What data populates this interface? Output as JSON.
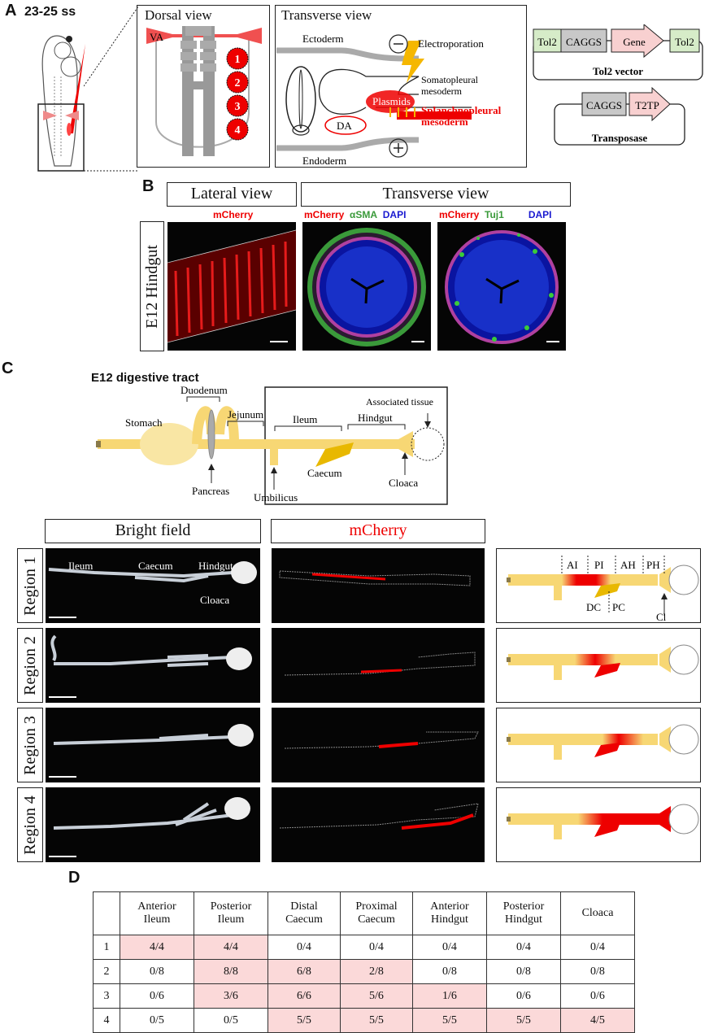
{
  "panel_a": {
    "letter": "A",
    "stage": "23-25 ss",
    "dorsal_title": "Dorsal view",
    "va": "VA",
    "regions": [
      "1",
      "2",
      "3",
      "4"
    ],
    "transverse_title": "Transverse view",
    "ectoderm": "Ectoderm",
    "electroporation": "Electroporation",
    "somatopleural_1": "Somatopleural",
    "somatopleural_2": "mesoderm",
    "plasmids": "Plasmids",
    "splanchno_1": "Splanchnopleural",
    "splanchno_2": "mesoderm",
    "da": "DA",
    "endoderm": "Endoderm",
    "minus": "−",
    "plus": "+",
    "vector": {
      "tol2_left": "Tol2",
      "cagg": "CAGGS",
      "gene": "Gene",
      "tol2_right": "Tol2",
      "caption": "Tol2 vector"
    },
    "transposase": {
      "cagg": "CAGGS",
      "t2tp": "T2TP",
      "caption": "Transposase"
    }
  },
  "panel_b": {
    "letter": "B",
    "lateral_title": "Lateral view",
    "transverse_title": "Transverse view",
    "row_label": "E12 Hindgut",
    "img1_label": "mCherry",
    "img2_labels": [
      "mCherry",
      "αSMA",
      "DAPI"
    ],
    "img3_labels": [
      "mCherry",
      "Tuj1",
      "DAPI"
    ]
  },
  "panel_c": {
    "letter": "C",
    "title": "E12 digestive tract",
    "labels": {
      "stomach": "Stomach",
      "duodenum": "Duodenum",
      "jejunum": "Jejunum",
      "ileum": "Ileum",
      "hindgut": "Hindgut",
      "associated": "Associated tissue",
      "pancreas": "Pancreas",
      "umbilicus": "Umbilicus",
      "caecum": "Caecum",
      "cloaca": "Cloaca"
    },
    "bright_field_title": "Bright field",
    "mcherry_title": "mCherry",
    "rows": [
      "Region 1",
      "Region 2",
      "Region 3",
      "Region 4"
    ],
    "photo_labels": {
      "ileum": "Ileum",
      "caecum": "Caecum",
      "hindgut": "Hindgut",
      "cloaca": "Cloaca"
    },
    "schematic_labels": {
      "ai": "AI",
      "pi": "PI",
      "ah": "AH",
      "ph": "PH",
      "dc": "DC",
      "pc": "PC",
      "cl": "Cl"
    }
  },
  "panel_d": {
    "letter": "D",
    "headers": [
      {
        "l1": "Anterior",
        "l2": "Ileum"
      },
      {
        "l1": "Posterior",
        "l2": "Ileum"
      },
      {
        "l1": "Distal",
        "l2": "Caecum"
      },
      {
        "l1": "Proximal",
        "l2": "Caecum"
      },
      {
        "l1": "Anterior",
        "l2": "Hindgut"
      },
      {
        "l1": "Posterior",
        "l2": "Hindgut"
      },
      {
        "l1": "Cloaca",
        "l2": ""
      }
    ],
    "rows": [
      {
        "region": "1",
        "values": [
          "4/4",
          "4/4",
          "0/4",
          "0/4",
          "0/4",
          "0/4",
          "0/4"
        ]
      },
      {
        "region": "2",
        "values": [
          "0/8",
          "8/8",
          "6/8",
          "2/8",
          "0/8",
          "0/8",
          "0/8"
        ]
      },
      {
        "region": "3",
        "values": [
          "0/6",
          "3/6",
          "6/6",
          "5/6",
          "1/6",
          "0/6",
          "0/6"
        ]
      },
      {
        "region": "4",
        "values": [
          "0/5",
          "0/5",
          "5/5",
          "5/5",
          "5/5",
          "5/5",
          "4/5"
        ]
      }
    ]
  }
}
